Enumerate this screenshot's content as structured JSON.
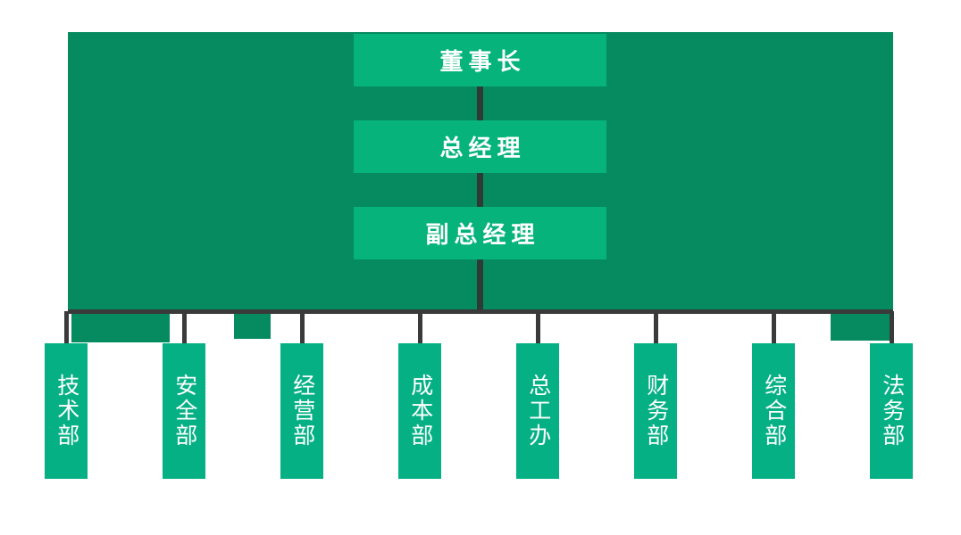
{
  "chart_data": {
    "type": "diagram",
    "diagram_kind": "organizational-chart",
    "title": "",
    "orientation": "top-down",
    "colors": {
      "panel_background": "#068a60",
      "node_fill": "#06b37a",
      "department_fill": "#06b085",
      "connector": "#3a3a3a",
      "tier_connector": "#2d3b34",
      "node_text": "#ffffff",
      "page_background": "#ffffff"
    },
    "hierarchy": [
      {
        "level": 1,
        "label": "董事长",
        "reports_to": null
      },
      {
        "level": 2,
        "label": "总经理",
        "reports_to": "董事长"
      },
      {
        "level": 3,
        "label": "副总经理",
        "reports_to": "总经理"
      },
      {
        "level": 4,
        "label": "技术部",
        "reports_to": "副总经理"
      },
      {
        "level": 4,
        "label": "安全部",
        "reports_to": "副总经理"
      },
      {
        "level": 4,
        "label": "经营部",
        "reports_to": "副总经理"
      },
      {
        "level": 4,
        "label": "成本部",
        "reports_to": "副总经理"
      },
      {
        "level": 4,
        "label": "总工办",
        "reports_to": "副总经理"
      },
      {
        "level": 4,
        "label": "财务部",
        "reports_to": "副总经理"
      },
      {
        "level": 4,
        "label": "综合部",
        "reports_to": "副总经理"
      },
      {
        "level": 4,
        "label": "法务部",
        "reports_to": "副总经理"
      }
    ]
  },
  "tiers": [
    {
      "label": "董事长"
    },
    {
      "label": "总经理"
    },
    {
      "label": "副总经理"
    }
  ],
  "departments": [
    {
      "label": "技术部"
    },
    {
      "label": "安全部"
    },
    {
      "label": "经营部"
    },
    {
      "label": "成本部"
    },
    {
      "label": "总工办"
    },
    {
      "label": "财务部"
    },
    {
      "label": "综合部"
    },
    {
      "label": "法务部"
    }
  ]
}
